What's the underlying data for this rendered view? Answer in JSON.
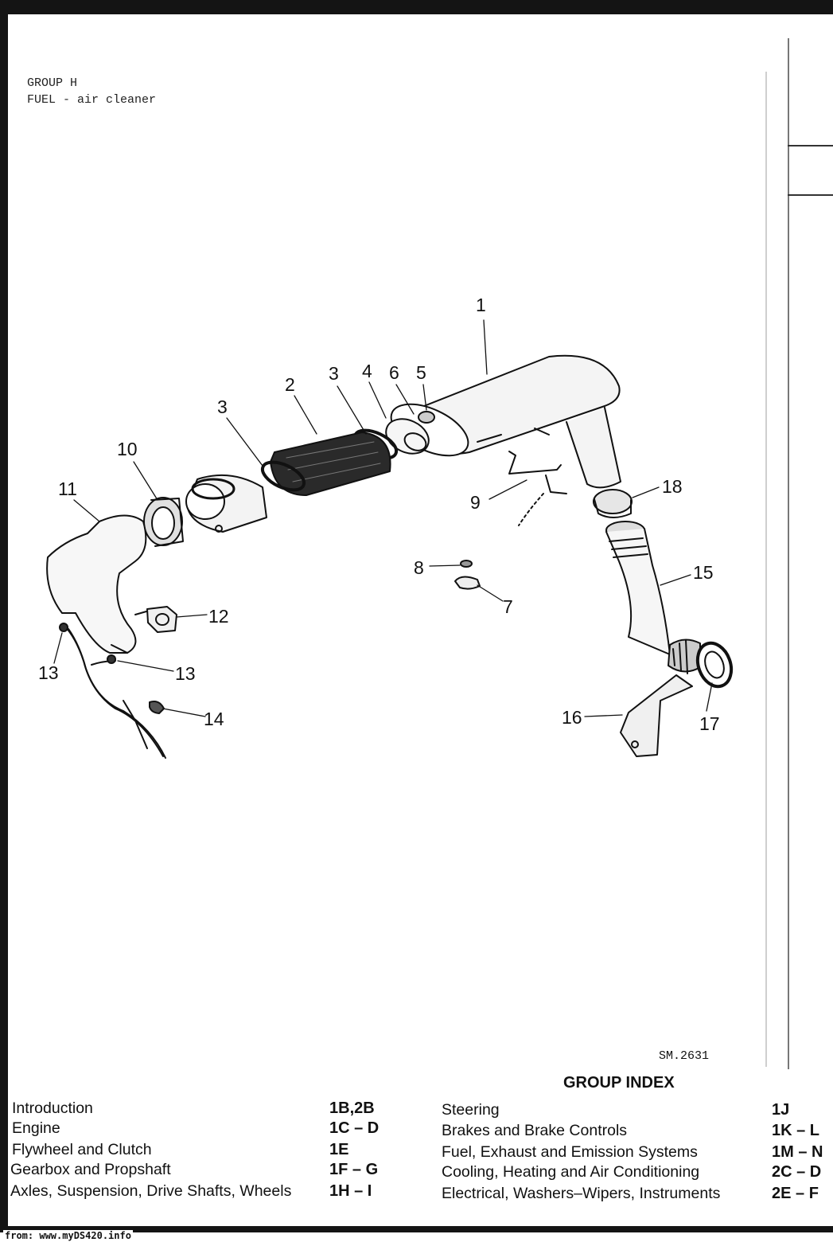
{
  "header": {
    "line1": "GROUP H",
    "line2": "FUEL - air cleaner"
  },
  "callouts": [
    "1",
    "2",
    "3",
    "3",
    "4",
    "6",
    "5",
    "10",
    "11",
    "9",
    "18",
    "8",
    "15",
    "7",
    "12",
    "13",
    "13",
    "14",
    "16",
    "17"
  ],
  "figure_ref": "SM.2631",
  "group_index": {
    "title": "GROUP INDEX",
    "left": [
      {
        "label": "Introduction",
        "code": "1B,2B"
      },
      {
        "label": "Engine",
        "code": "1C – D"
      },
      {
        "label": "Flywheel and Clutch",
        "code": "1E"
      },
      {
        "label": "Gearbox and Propshaft",
        "code": "1F – G"
      },
      {
        "label": "Axles, Suspension, Drive Shafts, Wheels",
        "code": "1H – I"
      }
    ],
    "right": [
      {
        "label": "Steering",
        "code": "1J"
      },
      {
        "label": "Brakes and Brake Controls",
        "code": "1K – L"
      },
      {
        "label": "Fuel, Exhaust and Emission Systems",
        "code": "1M – N"
      },
      {
        "label": "Cooling, Heating and Air Conditioning",
        "code": "2C – D"
      },
      {
        "label": "Electrical, Washers–Wipers, Instruments",
        "code": "2E – F"
      }
    ]
  },
  "footer": "from: www.myDS420.info"
}
